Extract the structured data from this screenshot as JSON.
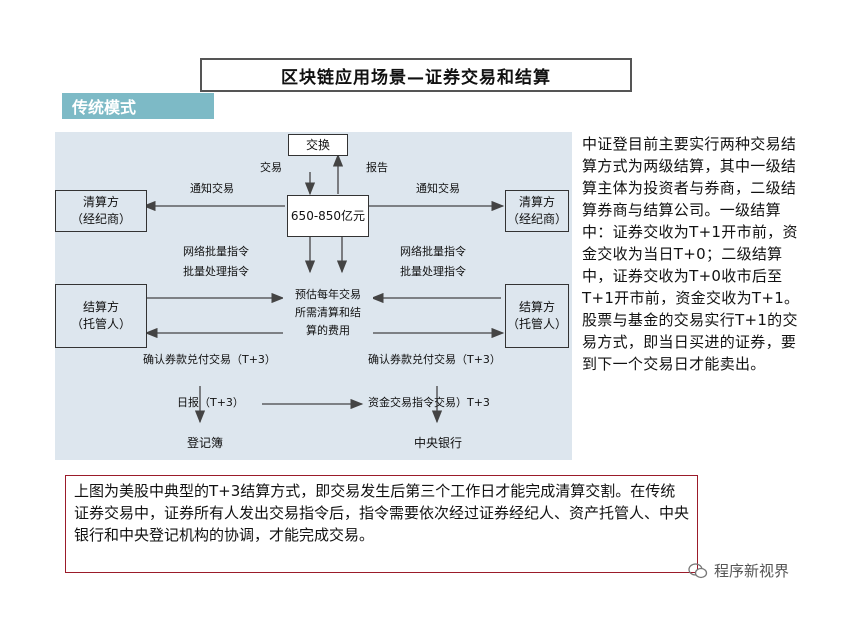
{
  "title": "区块链应用场景—证券交易和结算",
  "mode_tag": "传统模式",
  "diagram": {
    "exchange": "交换",
    "trade_label": "交易",
    "report_label": "报告",
    "notify_left": "通知交易",
    "notify_right": "通知交易",
    "center_amount": "650-850亿元",
    "left_clearing": [
      "清算方",
      "（经纪商）"
    ],
    "right_clearing": [
      "清算方",
      "（经纪商）"
    ],
    "batch_left": [
      "网络批量指令",
      "批量处理指令"
    ],
    "batch_right": [
      "网络批量指令",
      "批量处理指令"
    ],
    "left_settlement": [
      "结算方",
      "（托管人）"
    ],
    "right_settlement": [
      "结算方",
      "（托管人）"
    ],
    "center_estimate": [
      "预估每年交易",
      "所需清算和结",
      "算的费用"
    ],
    "confirm_left": "确认券款兑付交易（T+3）",
    "confirm_right": "确认券款兑付交易（T+3）",
    "daily_report": "日报（T+3）",
    "fund_instruction": "资金交易指令交易）T+3",
    "registry": "登记簿",
    "central_bank": "中央银行"
  },
  "side_text": "中证登目前主要实行两种交易结算方式为两级结算，其中一级结算主体为投资者与券商，二级结算券商与结算公司。一级结算中：证券交收为T+1开市前，资金交收为当日T+0；二级结算中，证券交收为T+0收市后至T+1开市前，资金交收为T+1。股票与基金的交易实行T+1的交易方式，即当日买进的证券，要到下一个交易日才能卖出。",
  "note_text": "上图为美股中典型的T+3结算方式，即交易发生后第三个工作日才能完成清算交割。在传统证券交易中，证券所有人发出交易指令后，指令需要依次经过证券经纪人、资产托管人、中央银行和中央登记机构的协调，才能完成交易。",
  "watermark": "程序新视界",
  "colors": {
    "tag_bg": "#7dbac6",
    "diagram_bg": "#dde6ee",
    "note_border": "#9b1b2a"
  }
}
